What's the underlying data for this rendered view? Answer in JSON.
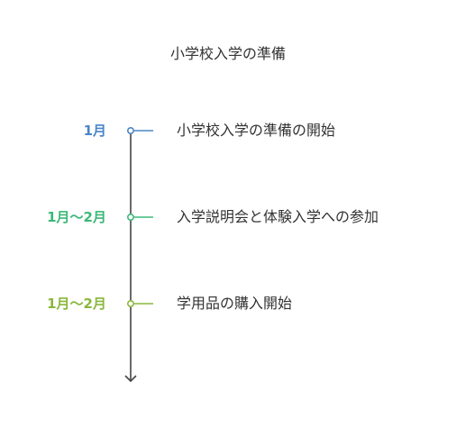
{
  "diagram": {
    "title": "小学校入学の準備",
    "events": [
      {
        "date": "1月",
        "label": "小学校入学の準備の開始",
        "color": "#4a86c8"
      },
      {
        "date": "1月～2月",
        "label": "入学説明会と体験入学への参加",
        "color": "#3cb878"
      },
      {
        "date": "1月～2月",
        "label": "学用品の購入開始",
        "color": "#8ab83c"
      }
    ]
  }
}
